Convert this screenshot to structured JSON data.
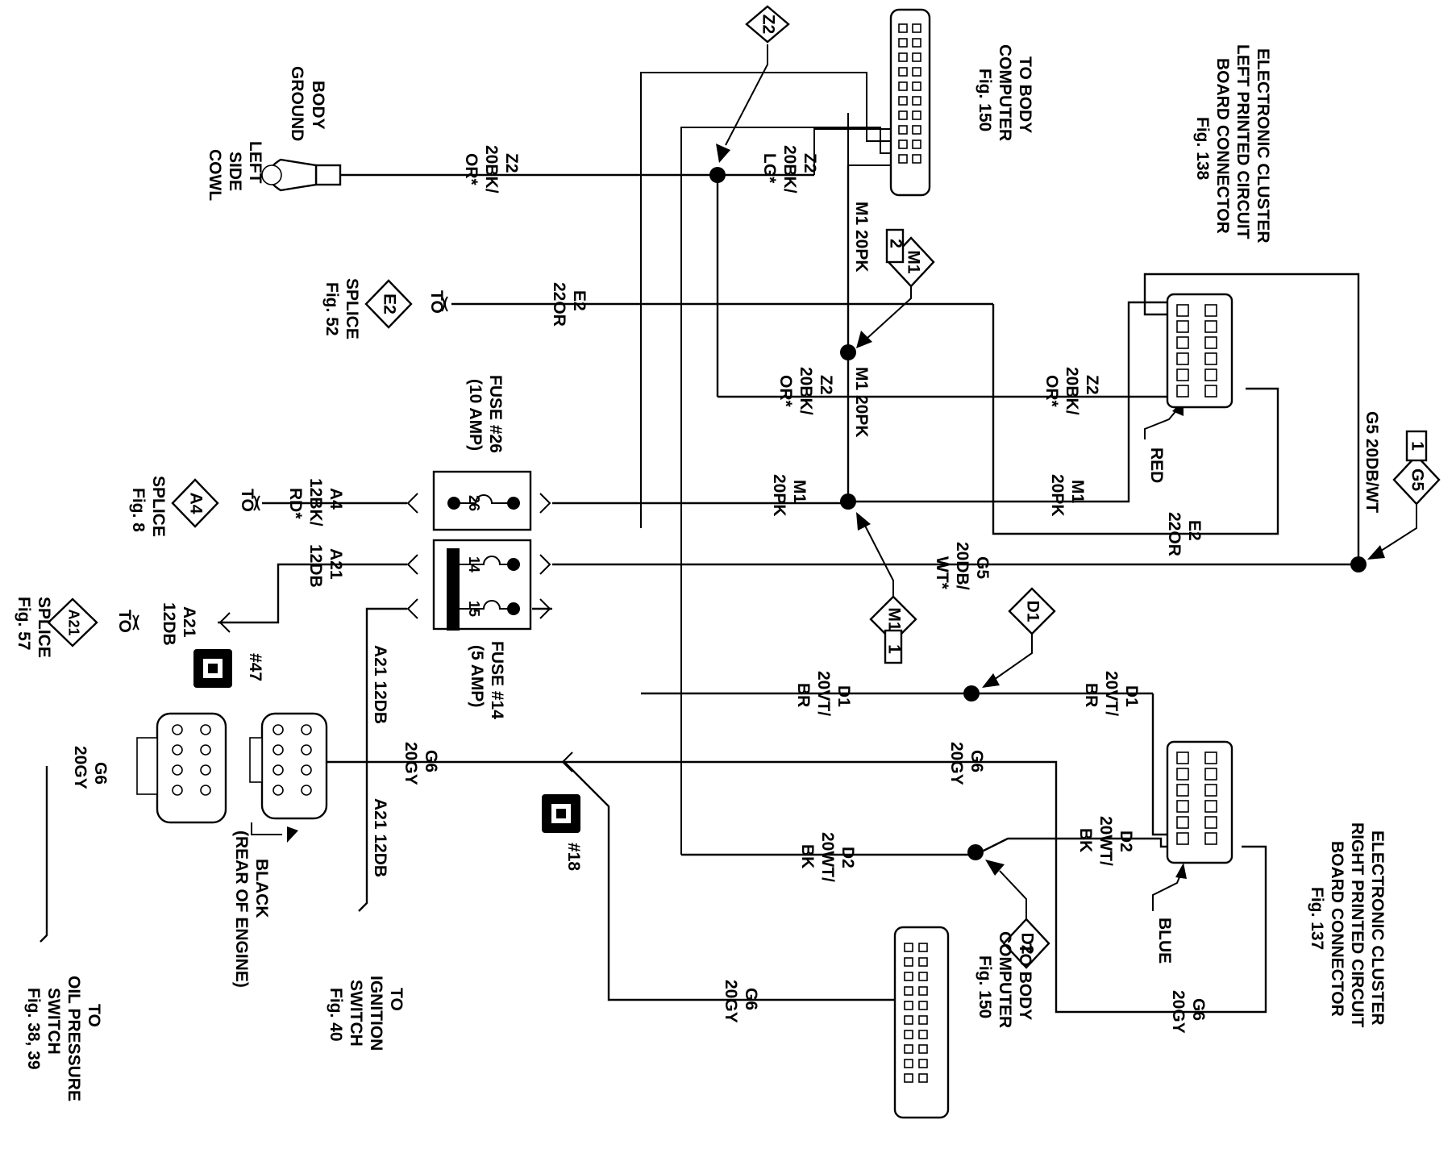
{
  "labels": {
    "body_ground": [
      "BODY",
      "GROUND",
      "LEFT",
      "SIDE",
      "COWL"
    ],
    "to_body_computer_top": [
      "TO BODY",
      "COMPUTER",
      "Fig. 150"
    ],
    "to_body_computer_bottom": [
      "TO BODY",
      "COMPUTER",
      "Fig. 150"
    ],
    "left_cluster": [
      "ELECTRONIC CLUSTER",
      "LEFT PRINTED CIRCUIT",
      "BOARD CONNECTOR",
      "Fig. 138"
    ],
    "right_cluster": [
      "ELECTRONIC CLUSTER",
      "RIGHT PRINTED CIRCUIT",
      "BOARD CONNECTOR",
      "Fig. 137"
    ],
    "splice_e2": [
      "TO",
      "SPLICE",
      "Fig. 52"
    ],
    "splice_a4": [
      "TO",
      "SPLICE",
      "Fig. 8"
    ],
    "splice_a21": [
      "TO",
      "SPLICE",
      "Fig. 57"
    ],
    "fuse26": [
      "FUSE #26",
      "(10 AMP)"
    ],
    "fuse14": [
      "FUSE #14",
      "(5 AMP)"
    ],
    "ignition": [
      "TO",
      "IGNITION",
      "SWITCH",
      "Fig. 40"
    ],
    "oil": [
      "TO",
      "OIL PRESSURE",
      "SWITCH",
      "Fig. 38, 39"
    ],
    "black_rear": [
      "BLACK",
      "(REAR OF ENGINE)"
    ],
    "red": "RED",
    "blue": "BLUE",
    "hash47": "#47",
    "hash18": "#18"
  },
  "fuse_numbers": {
    "f26": "26",
    "f14": "14",
    "f15": "15"
  },
  "wires": {
    "z2_or": [
      "Z2",
      "20BK/",
      "OR*"
    ],
    "z2_lg": [
      "Z2",
      "20BK/",
      "LG*"
    ],
    "z2_or_mid": [
      "Z2",
      "20BK/",
      "OR*"
    ],
    "z2_or_right": [
      "Z2",
      "20BK/",
      "OR*"
    ],
    "m1_20pk_a": "M1 20PK",
    "m1_20pk_b": "M1 20PK",
    "m1_mid": [
      "M1",
      "20PK"
    ],
    "m1_right": [
      "M1",
      "20PK"
    ],
    "e2_left": [
      "E2",
      "22OR"
    ],
    "e2_right": [
      "E2",
      "22OR"
    ],
    "a4": [
      "A4",
      "12BK/",
      "RD*"
    ],
    "a21_top": [
      "A21",
      "12DB"
    ],
    "a21_splice": [
      "A21",
      "12DB"
    ],
    "a21_vert_a": "A21 12DB",
    "a21_vert_b": "A21 12DB",
    "g5_mid": [
      "G5",
      "20DB/",
      "WT*"
    ],
    "g5_right": "G5 20DB/WT",
    "d1_left": [
      "D1",
      "20VT/",
      "BR"
    ],
    "d1_right": [
      "D1",
      "20VT/",
      "BR"
    ],
    "d2_left": [
      "D2",
      "20WT/",
      "BK"
    ],
    "d2_right": [
      "D2",
      "20WT/",
      "BK"
    ],
    "g6_a": [
      "G6",
      "20GY"
    ],
    "g6_b": [
      "G6",
      "20GY"
    ],
    "g6_c": [
      "G6",
      "20GY"
    ],
    "g6_d": [
      "G6",
      "20GY"
    ],
    "g6_e": [
      "G6",
      "20GY"
    ]
  },
  "tags": {
    "z2": "Z2",
    "m1_top": "M1",
    "m1_top_n": "2",
    "m1_bot": "M1",
    "m1_bot_n": "1",
    "g5": "G5",
    "g5_n": "1",
    "d1": "D1",
    "d2": "D2",
    "e2": "E2",
    "a4": "A4",
    "a21": "A21"
  }
}
